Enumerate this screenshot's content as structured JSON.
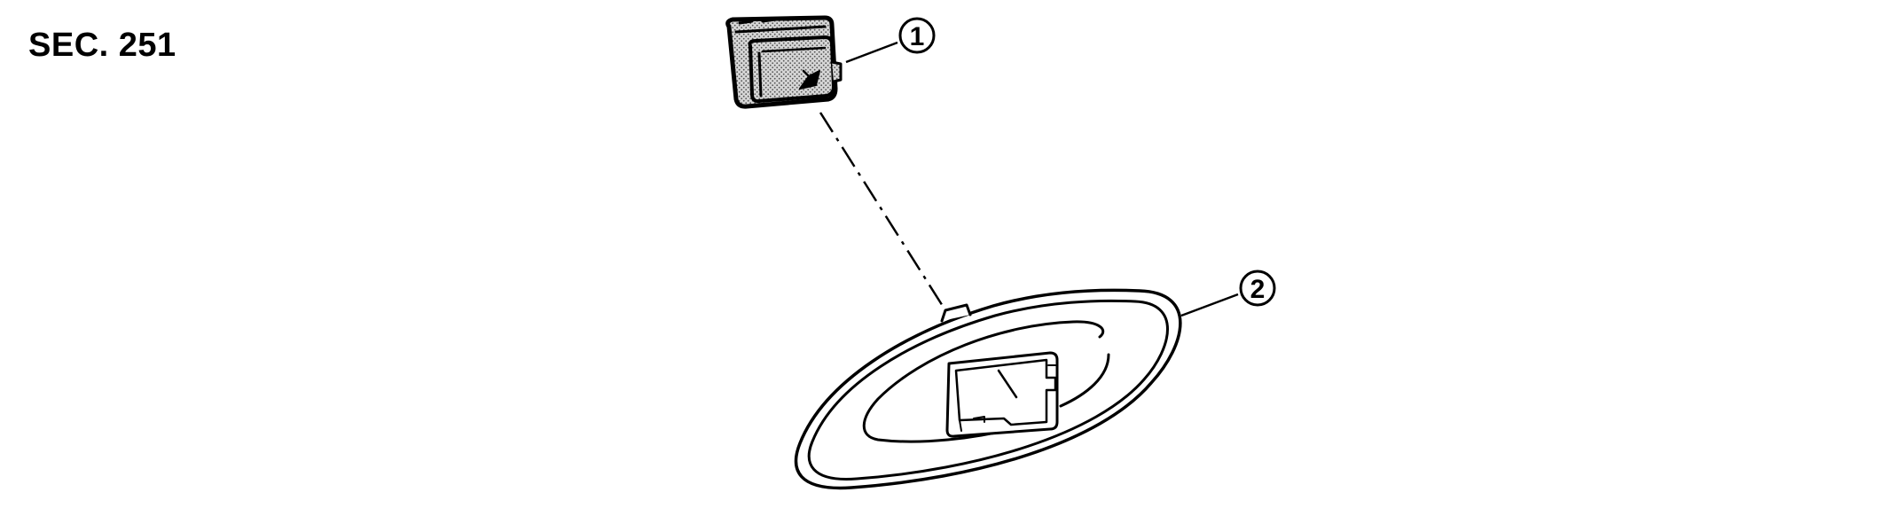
{
  "section": {
    "label": "SEC. 251"
  },
  "callouts": [
    {
      "number": "1",
      "part": "switch"
    },
    {
      "number": "2",
      "part": "finisher-bezel"
    }
  ],
  "colors": {
    "ink": "#000000",
    "paper": "#ffffff",
    "shade": "#bfbfbf"
  }
}
